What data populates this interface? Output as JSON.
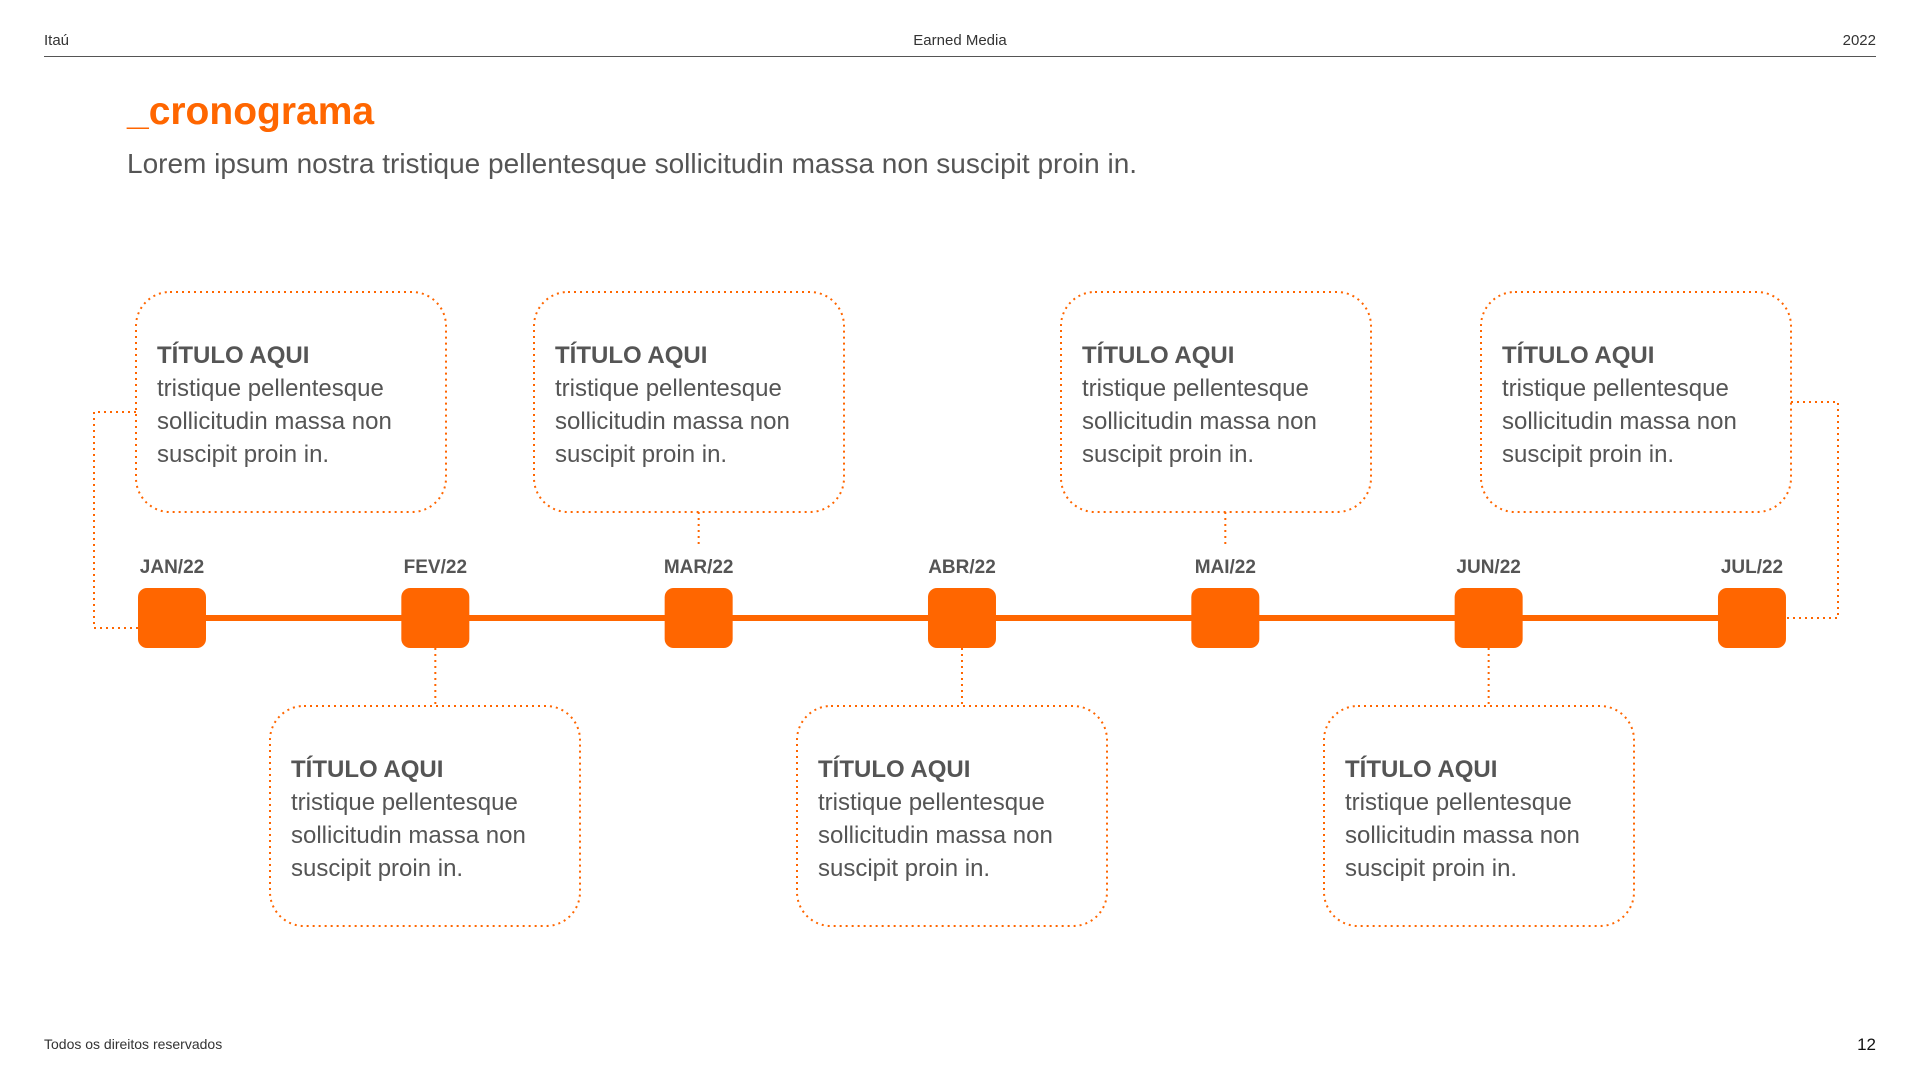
{
  "header": {
    "left": "Itaú",
    "center": "Earned Media",
    "right": "2022"
  },
  "title": "_cronograma",
  "subtitle": "Lorem ipsum nostra tristique pellentesque sollicitudin massa non suscipit proin in.",
  "colors": {
    "accent": "#ff6600",
    "text": "#555555"
  },
  "months": [
    "JAN/22",
    "FEV/22",
    "MAR/22",
    "ABR/22",
    "MAI/22",
    "JUN/22",
    "JUL/22"
  ],
  "cards": [
    {
      "month": "JAN/22",
      "position": "top",
      "title": "TÍTULO AQUI",
      "body": "tristique pellentesque sollicitudin massa non suscipit proin in."
    },
    {
      "month": "FEV/22",
      "position": "bottom",
      "title": "TÍTULO AQUI",
      "body": "tristique pellentesque sollicitudin massa non suscipit proin in."
    },
    {
      "month": "MAR/22",
      "position": "top",
      "title": "TÍTULO AQUI",
      "body": "tristique pellentesque sollicitudin massa non suscipit proin in."
    },
    {
      "month": "ABR/22",
      "position": "bottom",
      "title": "TÍTULO AQUI",
      "body": "tristique pellentesque sollicitudin massa non suscipit proin in."
    },
    {
      "month": "MAI/22",
      "position": "top",
      "title": "TÍTULO AQUI",
      "body": "tristique pellentesque sollicitudin massa non suscipit proin in."
    },
    {
      "month": "JUN/22",
      "position": "bottom",
      "title": "TÍTULO AQUI",
      "body": "tristique pellentesque sollicitudin massa non suscipit proin in."
    },
    {
      "month": "JUL/22",
      "position": "top",
      "title": "TÍTULO AQUI",
      "body": "tristique pellentesque sollicitudin massa non suscipit proin in."
    }
  ],
  "footer": {
    "left": "Todos os direitos reservados",
    "page": "12"
  }
}
